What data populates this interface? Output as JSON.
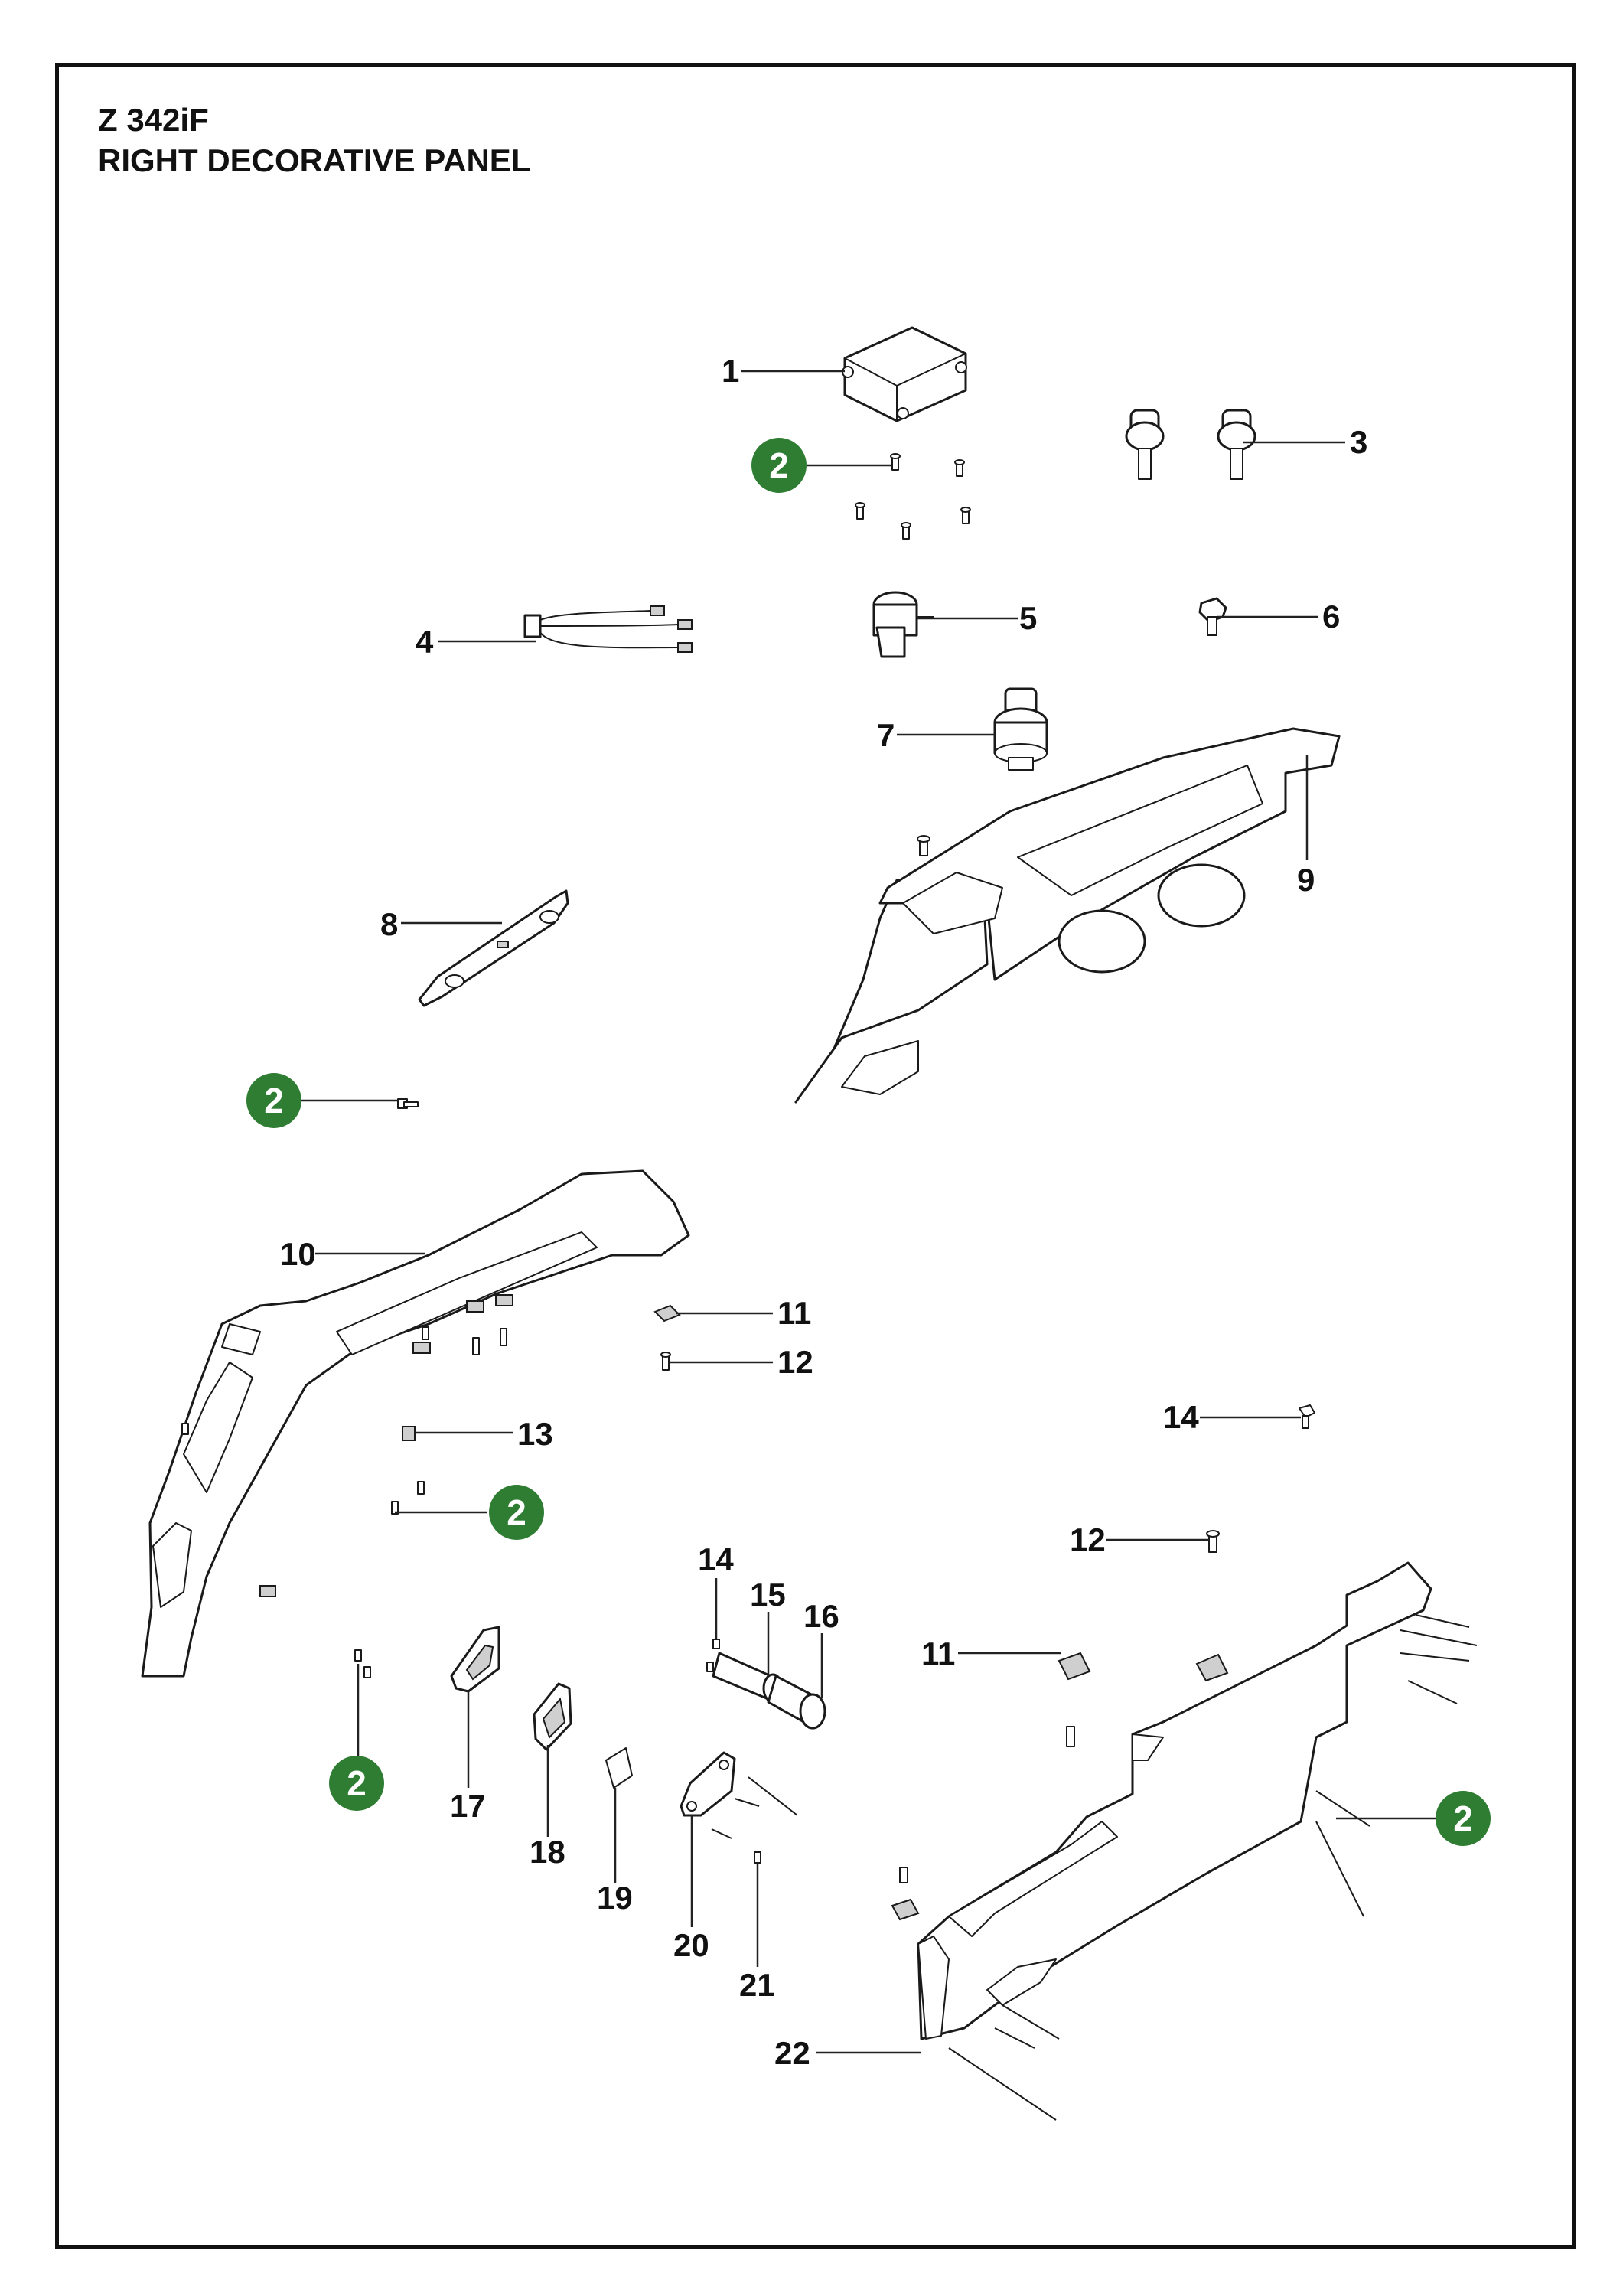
{
  "header": {
    "model": "Z 342iF",
    "title": "RIGHT DECORATIVE PANEL"
  },
  "colors": {
    "badge_fill": "#2e7d32",
    "badge_text": "#ffffff",
    "line": "#111111"
  },
  "callouts": {
    "c1": "1",
    "c3": "3",
    "c4": "4",
    "c5": "5",
    "c6": "6",
    "c7": "7",
    "c8": "8",
    "c9": "9",
    "c10": "10",
    "c11a": "11",
    "c11b": "11",
    "c12a": "12",
    "c12b": "12",
    "c13": "13",
    "c14a": "14",
    "c14b": "14",
    "c15": "15",
    "c16": "16",
    "c17": "17",
    "c18": "18",
    "c19": "19",
    "c20": "20",
    "c21": "21",
    "c22": "22"
  },
  "badges": {
    "b1": "2",
    "b2": "2",
    "b3": "2",
    "b4": "2",
    "b5": "2"
  }
}
